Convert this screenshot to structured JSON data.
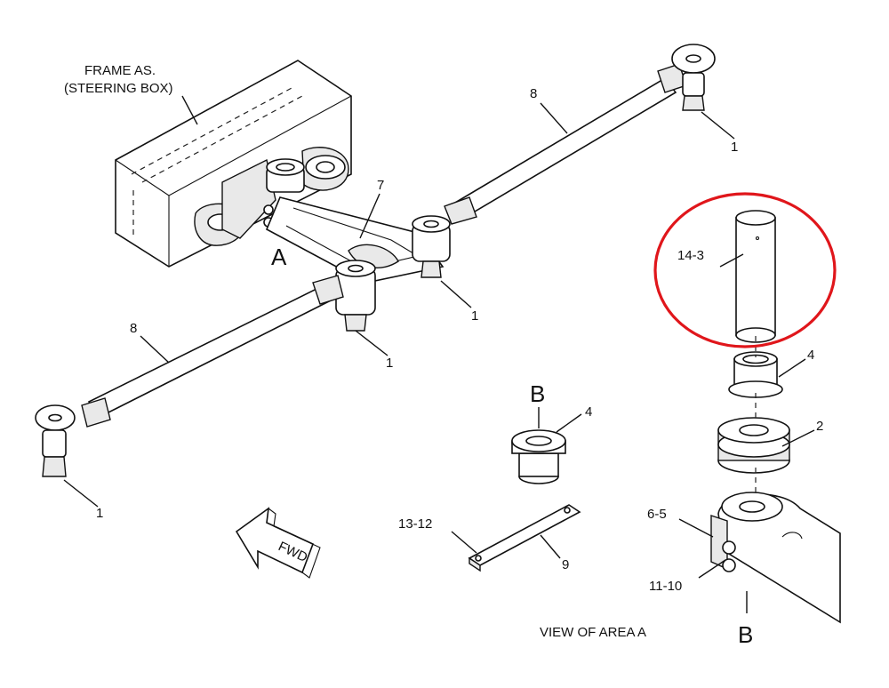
{
  "labels": {
    "frame_line1": "FRAME AS.",
    "frame_line2": "(STEERING BOX)",
    "callout_8_upper": "8",
    "callout_8_lower": "8",
    "callout_7": "7",
    "callout_1_top_right": "1",
    "callout_1_center_right": "1",
    "callout_1_center": "1",
    "callout_1_left": "1",
    "area_a": "A",
    "fwd": "FWD",
    "callout_14_3": "14-3",
    "callout_4_right": "4",
    "callout_2": "2",
    "callout_6_5": "6-5",
    "callout_11_10": "11-10",
    "view_b_bottom": "B",
    "view_b_top": "B",
    "callout_4_bushing": "4",
    "callout_13_12": "13-12",
    "callout_9": "9",
    "view_caption": "VIEW OF AREA A"
  },
  "highlight": {
    "color": "#e0161b",
    "target": "14-3"
  }
}
